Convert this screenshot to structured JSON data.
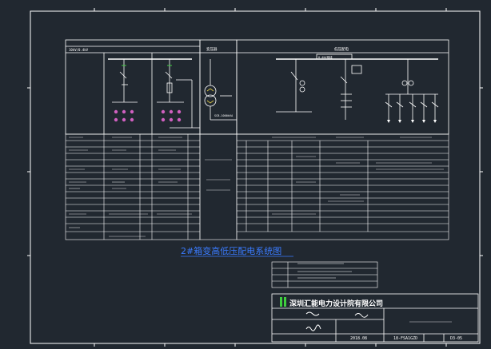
{
  "drawing": {
    "main_title": "2#箱变高低压配电系统图",
    "company_name": "深圳汇能电力设计院有限公司",
    "date": "2018.08",
    "drawing_no": "18-FSA1GZD",
    "sheet": "D3-05",
    "hv_section_label": "10kV/0.4kV",
    "transformer_label": "变压器",
    "lv_section_label": "低压配电",
    "lv_bus_label": "0.4kV母线",
    "transformer_spec": "SCB-1000kVA"
  },
  "colors": {
    "background": "#212830",
    "line": "#ffffff",
    "accent_pink": "#d060c0",
    "accent_green": "#3fcf3f",
    "accent_yellow": "#e8d24a",
    "title_blue": "#3a7bff"
  }
}
